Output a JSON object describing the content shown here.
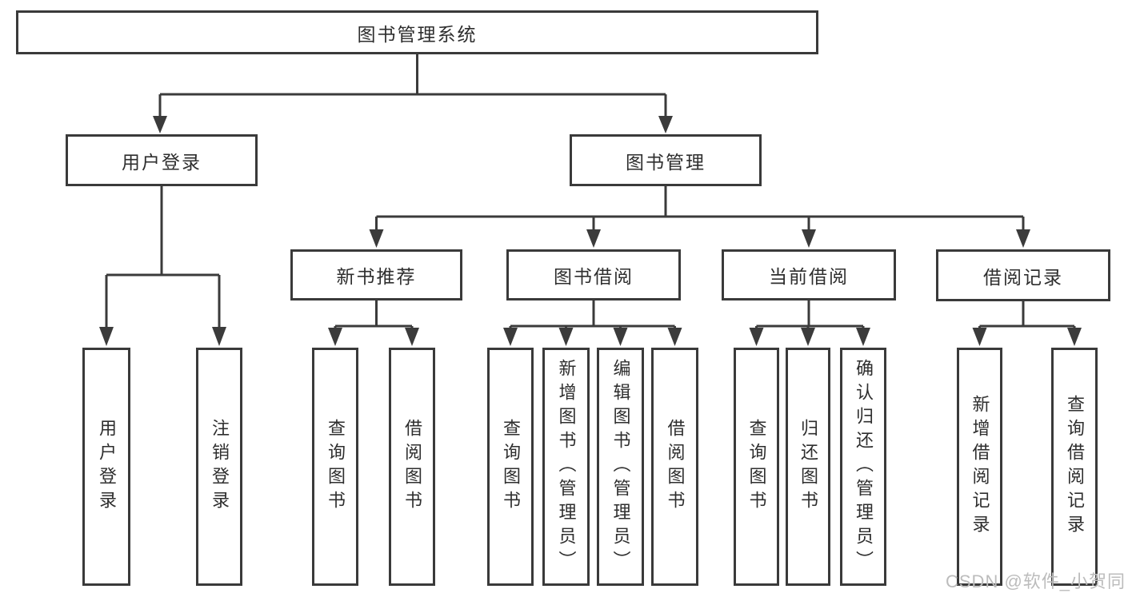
{
  "tree": {
    "label": "图书管理系统",
    "children": [
      {
        "label": "用户登录",
        "children": [
          {
            "label": "用户登录"
          },
          {
            "label": "注销登录"
          }
        ]
      },
      {
        "label": "图书管理",
        "children": [
          {
            "label": "新书推荐",
            "children": [
              {
                "label": "查询图书"
              },
              {
                "label": "借阅图书"
              }
            ]
          },
          {
            "label": "图书借阅",
            "children": [
              {
                "label": "查询图书"
              },
              {
                "label": "新增图书（管理员）"
              },
              {
                "label": "编辑图书（管理员）"
              },
              {
                "label": "借阅图书"
              }
            ]
          },
          {
            "label": "当前借阅",
            "children": [
              {
                "label": "查询图书"
              },
              {
                "label": "归还图书"
              },
              {
                "label": "确认归还（管理员）"
              }
            ]
          },
          {
            "label": "借阅记录",
            "children": [
              {
                "label": "新增借阅记录"
              },
              {
                "label": "查询借阅记录"
              }
            ]
          }
        ]
      }
    ]
  },
  "watermark": "CSDN @软件_小贺同学",
  "colors": {
    "line": "#3b3b3b",
    "box_border": "#3a3a3a",
    "text": "#2e2e2e",
    "watermark": "#bcbcbc",
    "background": "#ffffff"
  }
}
